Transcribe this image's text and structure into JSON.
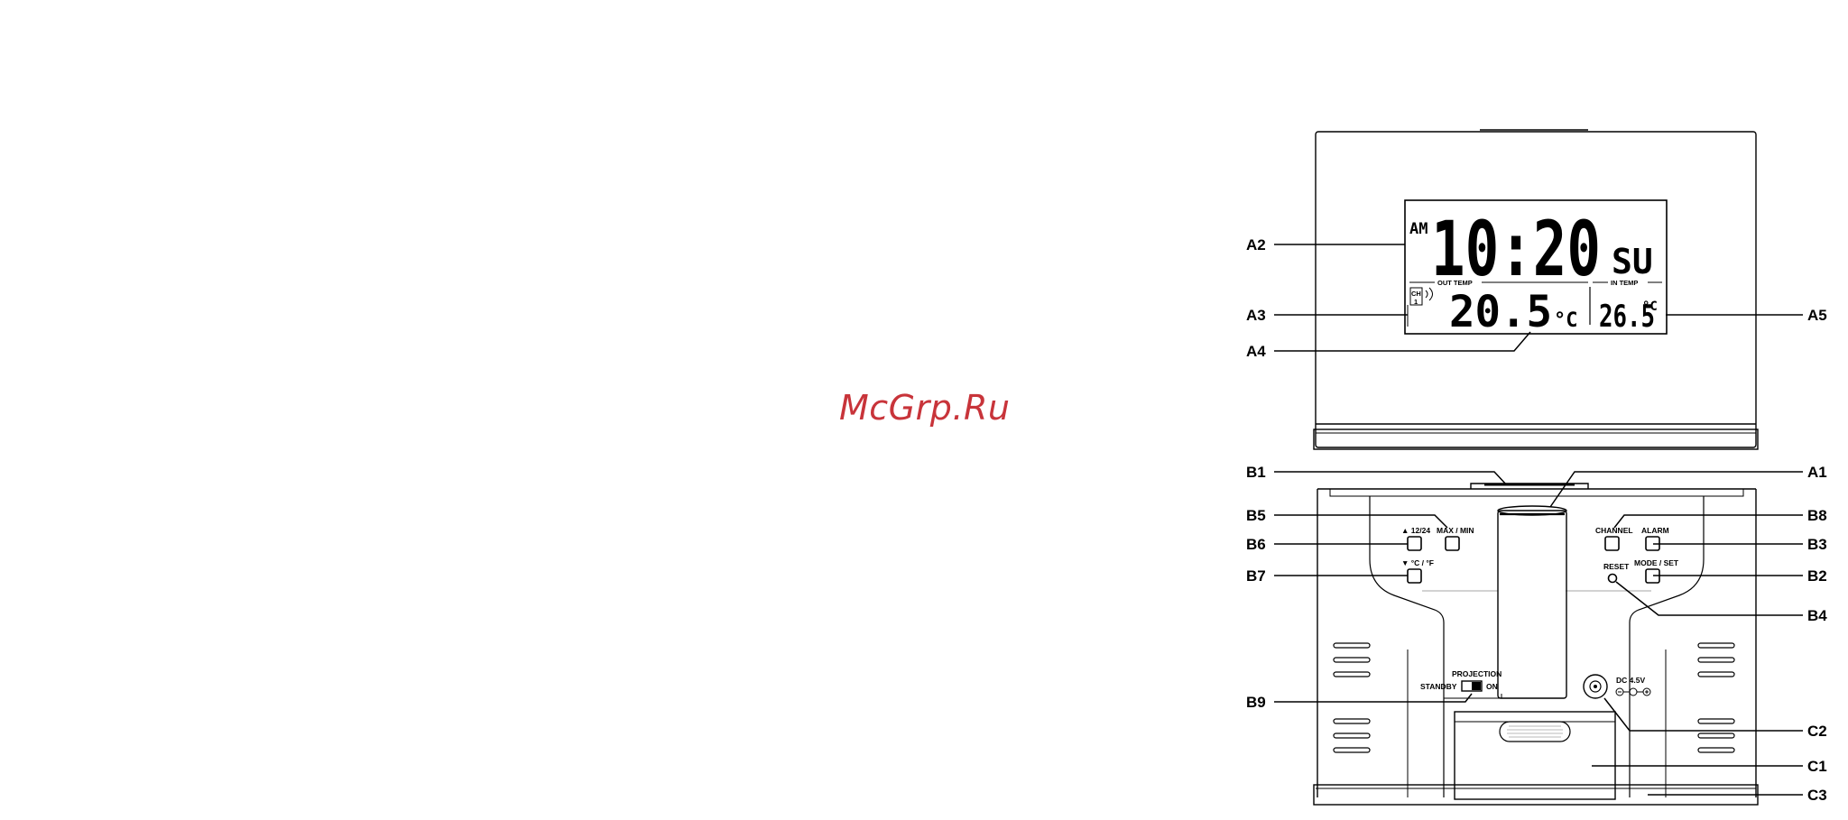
{
  "watermark": "McGrp.Ru",
  "display": {
    "ampm": "AM",
    "time": "10:20",
    "day": "SU",
    "out_temp_label": "OUT TEMP",
    "in_temp_label": "IN TEMP",
    "channel_label": "CH",
    "channel_value": "1",
    "out_temp_value": "20.5",
    "out_temp_unit": "°C",
    "in_temp_value": "26.5",
    "in_temp_unit": "°C"
  },
  "controls": {
    "btn_1224": "▲ 12/24",
    "btn_maxmin": "MAX / MIN",
    "btn_cf": "▼ °C / °F",
    "btn_channel": "CHANNEL",
    "btn_alarm": "ALARM",
    "btn_modeset": "MODE / SET",
    "btn_reset": "RESET",
    "projection_label": "PROJECTION",
    "standby_label": "STANDBY",
    "on_label": "ON",
    "dc_label": "DC 4.5V"
  },
  "callouts": {
    "a1": "A1",
    "a2": "A2",
    "a3": "A3",
    "a4": "A4",
    "a5": "A5",
    "b1": "B1",
    "b2": "B2",
    "b3": "B3",
    "b4": "B4",
    "b5": "B5",
    "b6": "B6",
    "b7": "B7",
    "b8": "B8",
    "b9": "B9",
    "c1": "C1",
    "c2": "C2",
    "c3": "C3"
  }
}
